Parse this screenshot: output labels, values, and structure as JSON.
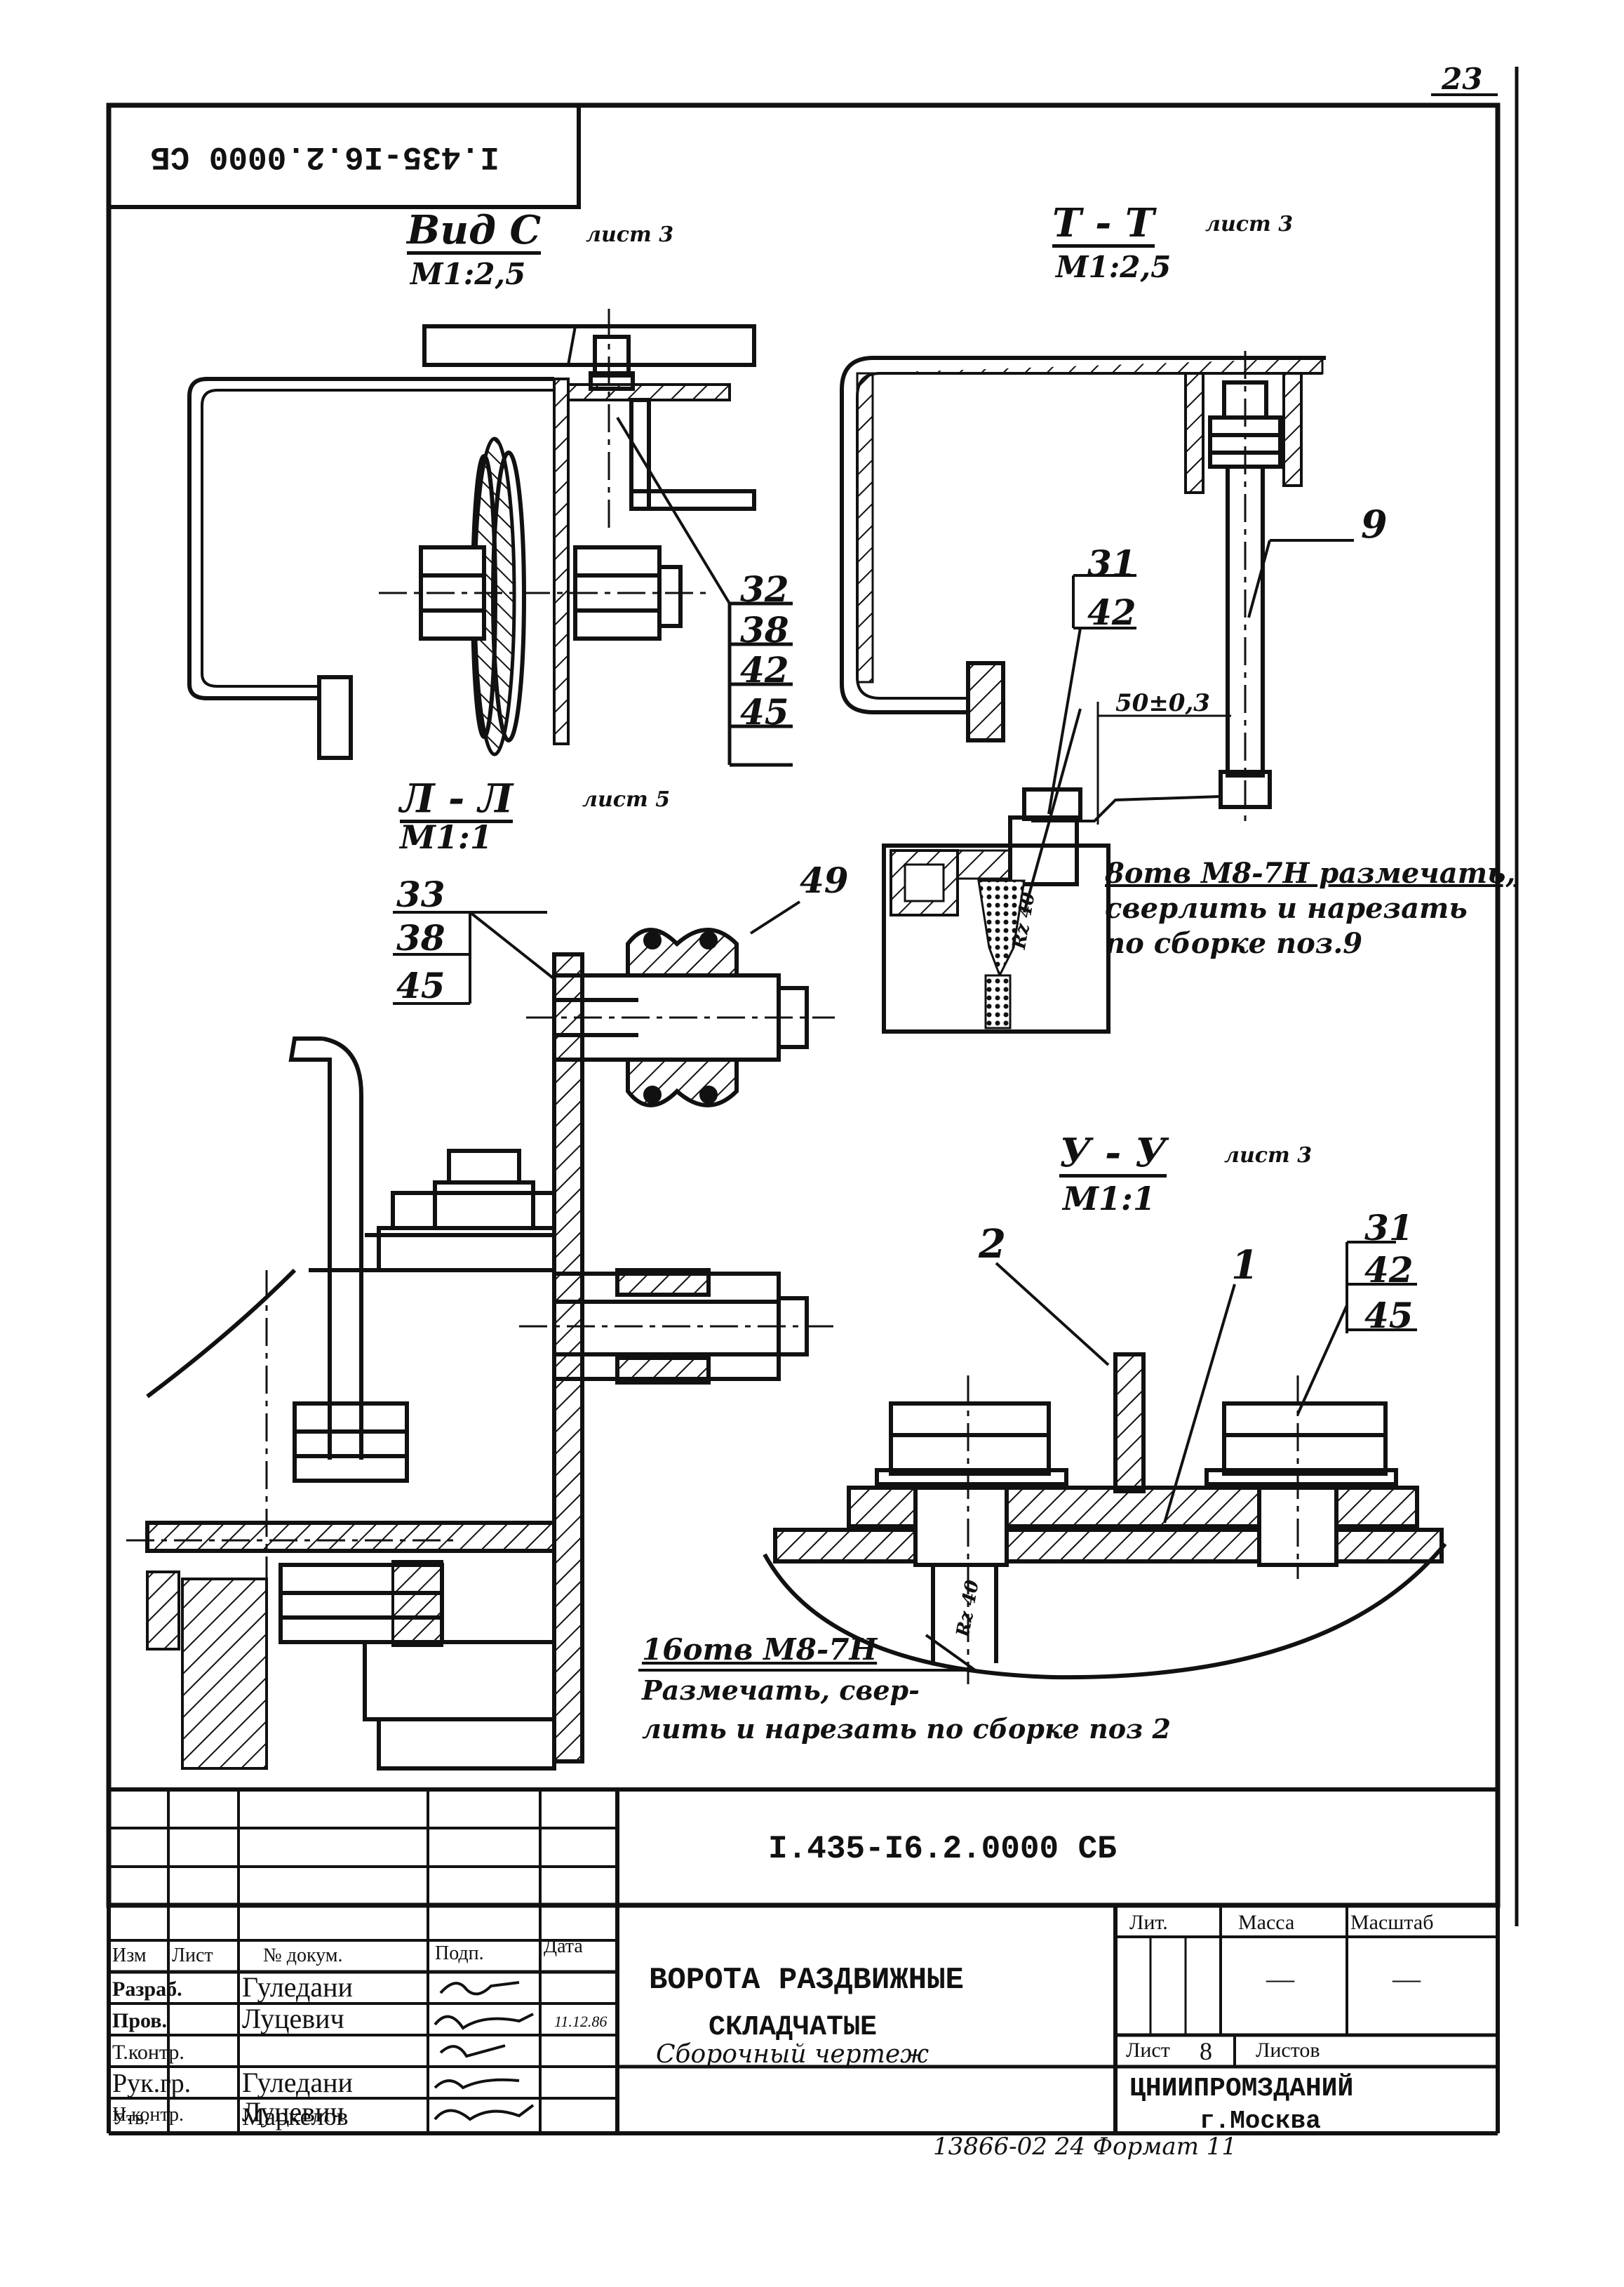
{
  "sheet": {
    "page_number": "23",
    "doc_code_rotated": "I.435-I6.2.0000 СБ",
    "footer_text": "13866-02  24 Формат 11"
  },
  "views": {
    "vid_c": {
      "title": "Вид С",
      "sheet_ref": "лист 3",
      "scale": "М1:2,5",
      "callout": [
        "32",
        "38",
        "42",
        "45"
      ]
    },
    "t_t": {
      "title": "Т - Т",
      "sheet_ref": "лист 3",
      "scale": "М1:2,5",
      "callout_31_42": [
        "31",
        "42"
      ],
      "pos_9": "9",
      "dim": "50±0,3",
      "note_line1": "8отв М8-7Н размечать,",
      "note_line2": "сверлить и нарезать",
      "note_line3": "по сборке поз.9",
      "vertical_dim": "Rz 40"
    },
    "l_l": {
      "title": "Л - Л",
      "sheet_ref": "лист 5",
      "scale": "М1:1",
      "callout": [
        "33",
        "38",
        "45"
      ],
      "pos_49": "49",
      "note_line1": "16отв М8-7Н",
      "note_line2": "Размечать, свер-",
      "note_line3": "лить и нарезать по сборке поз 2",
      "vertical_dim": "Rz 40"
    },
    "u_u": {
      "title": "У - У",
      "sheet_ref": "лист 3",
      "scale": "М1:1",
      "pos_2": "2",
      "pos_1": "1",
      "callout": [
        "31",
        "42",
        "45"
      ]
    }
  },
  "title_block": {
    "doc_code": "I.435-I6.2.0000 СБ",
    "headers": {
      "izm": "Изм",
      "list": "Лист",
      "doc_no": "№ докум.",
      "sign": "Подп.",
      "date": "Дата"
    },
    "rows": [
      {
        "role": "Разраб.",
        "name": "Гуледани"
      },
      {
        "role": "Пров.",
        "name": "Луцевич"
      },
      {
        "role": "Т.контр.",
        "name": ""
      },
      {
        "role": "Рук.гр.",
        "name": "Гуледани"
      },
      {
        "role": "Н.контр.",
        "name": "Луцевич"
      },
      {
        "role": "Утв.",
        "name": "Маркелов"
      }
    ],
    "check_date": "11.12.86",
    "title_line1": "ВОРОТА РАЗДВИЖНЫЕ",
    "title_line2": "СКЛАДЧАТЫЕ",
    "title_line3": "Сборочный чертеж",
    "lit_label": "Лит.",
    "mass_label": "Масса",
    "scale_label": "Масштаб",
    "mass_value": "—",
    "scale_value": "—",
    "sheet_label": "Лист",
    "sheet_value": "8",
    "sheets_label": "Листов",
    "org_line1": "ЦНИИПРОМЗДАНИЙ",
    "org_line2": "г.Москва"
  }
}
